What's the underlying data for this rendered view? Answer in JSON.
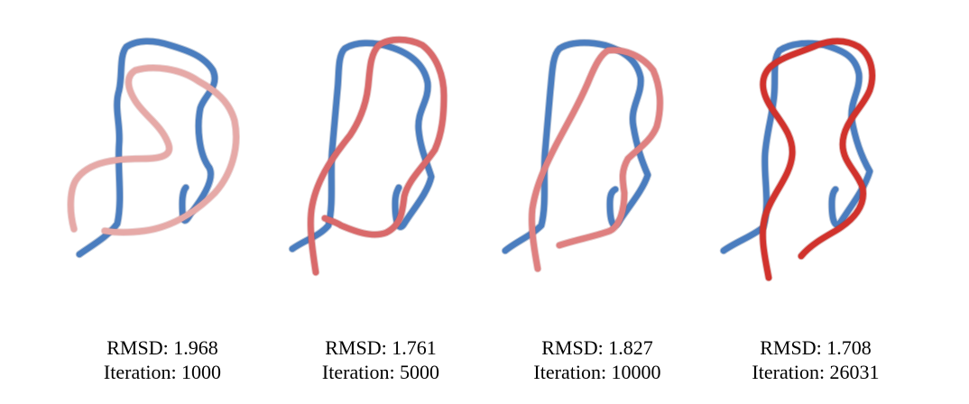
{
  "colors": {
    "reference": "#4a7dbf",
    "reference_edge": "#2c568e"
  },
  "panels": [
    {
      "rmsd_label": "RMSD: 1.968",
      "iteration_label": "Iteration: 1000",
      "model_color": "#e6a9a7",
      "model_edge": "#c98886"
    },
    {
      "rmsd_label": "RMSD: 1.761",
      "iteration_label": "Iteration: 5000",
      "model_color": "#d9696a",
      "model_edge": "#b44c4e"
    },
    {
      "rmsd_label": "RMSD: 1.827",
      "iteration_label": "Iteration: 10000",
      "model_color": "#df8080",
      "model_edge": "#bd6062"
    },
    {
      "rmsd_label": "RMSD: 1.708",
      "iteration_label": "Iteration: 26031",
      "model_color": "#d1322c",
      "model_edge": "#a4211d"
    }
  ]
}
